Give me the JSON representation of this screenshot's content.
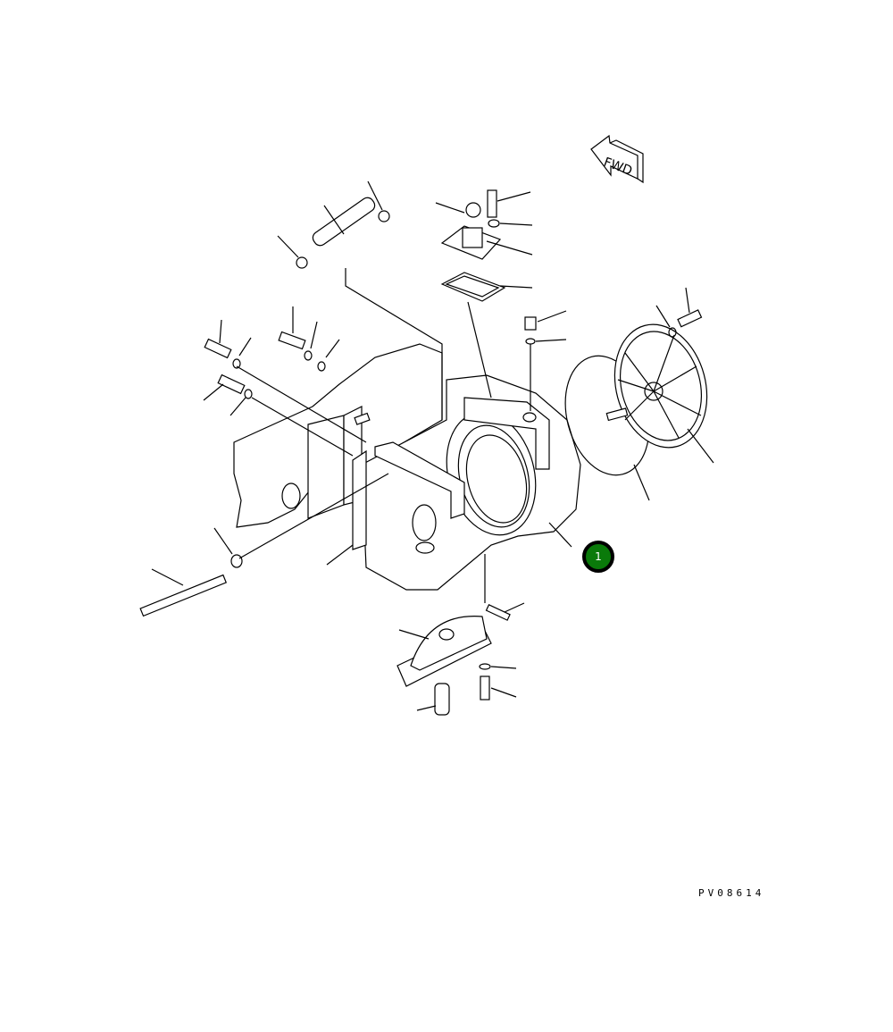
{
  "diagram": {
    "direction_label": "FWD",
    "drawing_code": "PV08614",
    "callouts": [
      {
        "number": "1",
        "color": "#0a7a0a"
      }
    ]
  }
}
